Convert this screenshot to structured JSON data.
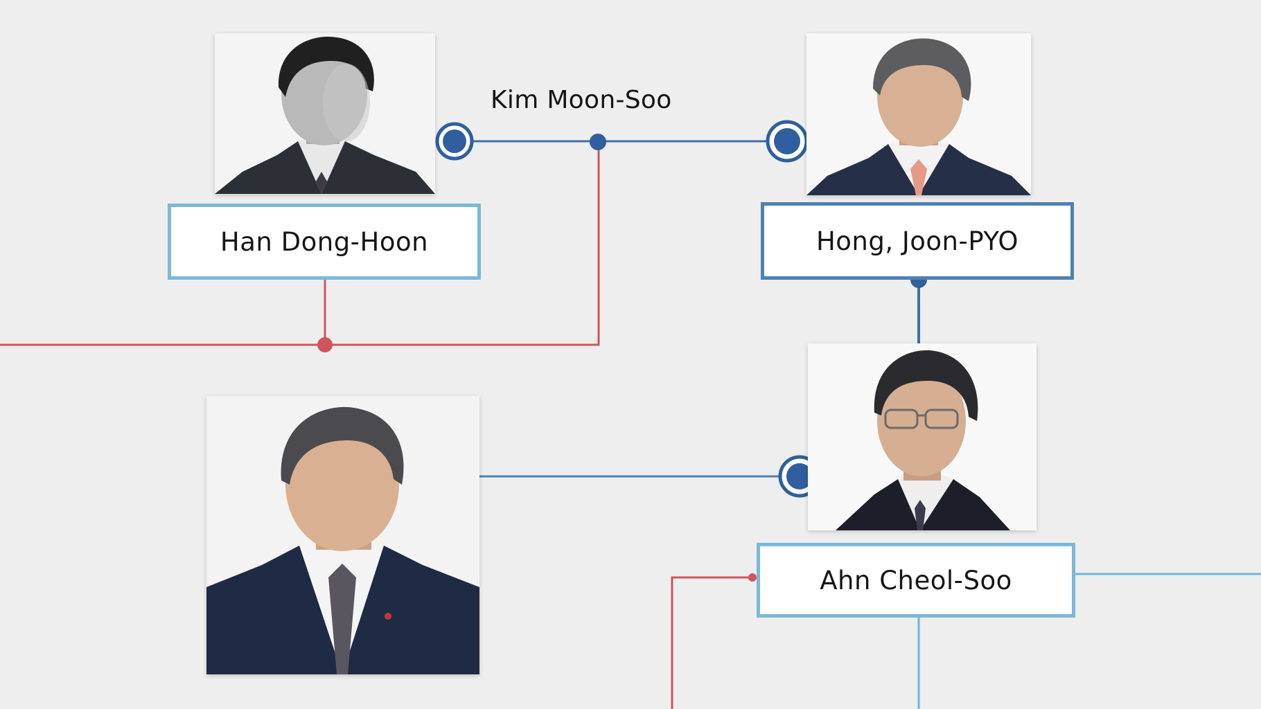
{
  "people": [
    {
      "id": "han",
      "name": "Han Dong-Hoon",
      "photo_tone": "grayscale"
    },
    {
      "id": "hong",
      "name": "Hong, Joon-PYO",
      "photo_tone": "color"
    },
    {
      "id": "ahn",
      "name": "Ahn  Cheol-Soo",
      "photo_tone": "color"
    },
    {
      "id": "unnamed",
      "name": "",
      "photo_tone": "color"
    }
  ],
  "link_label": "Kim Moon-Soo",
  "colors": {
    "background": "#eeeeee",
    "red_line": "#d0545c",
    "dark_blue_line": "#3f6fa8",
    "light_blue_line": "#6fb6db",
    "node_fill": "#2f5f9e"
  }
}
